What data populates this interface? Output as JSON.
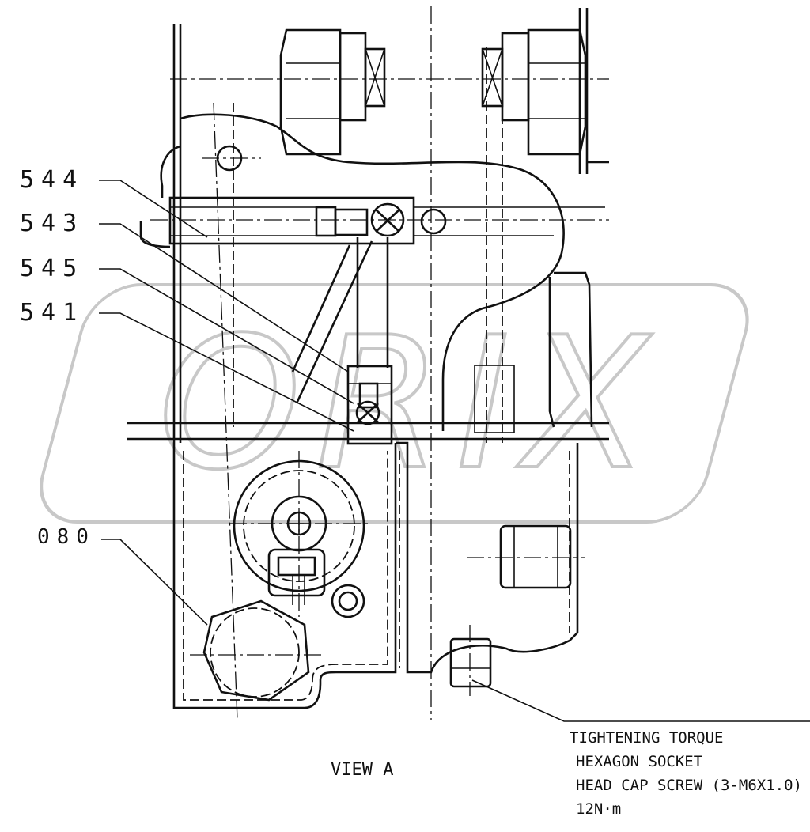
{
  "callouts": {
    "c544": "544",
    "c543": "543",
    "c545": "545",
    "c541": "541",
    "c080": "080"
  },
  "view_label": "VIEW A",
  "torque_note": {
    "line1": "TIGHTENING TORQUE",
    "line2": "HEXAGON SOCKET",
    "line3": "HEAD CAP SCREW (3-M6X1.0)",
    "line4": "12N·m"
  },
  "watermark": "ORIX"
}
